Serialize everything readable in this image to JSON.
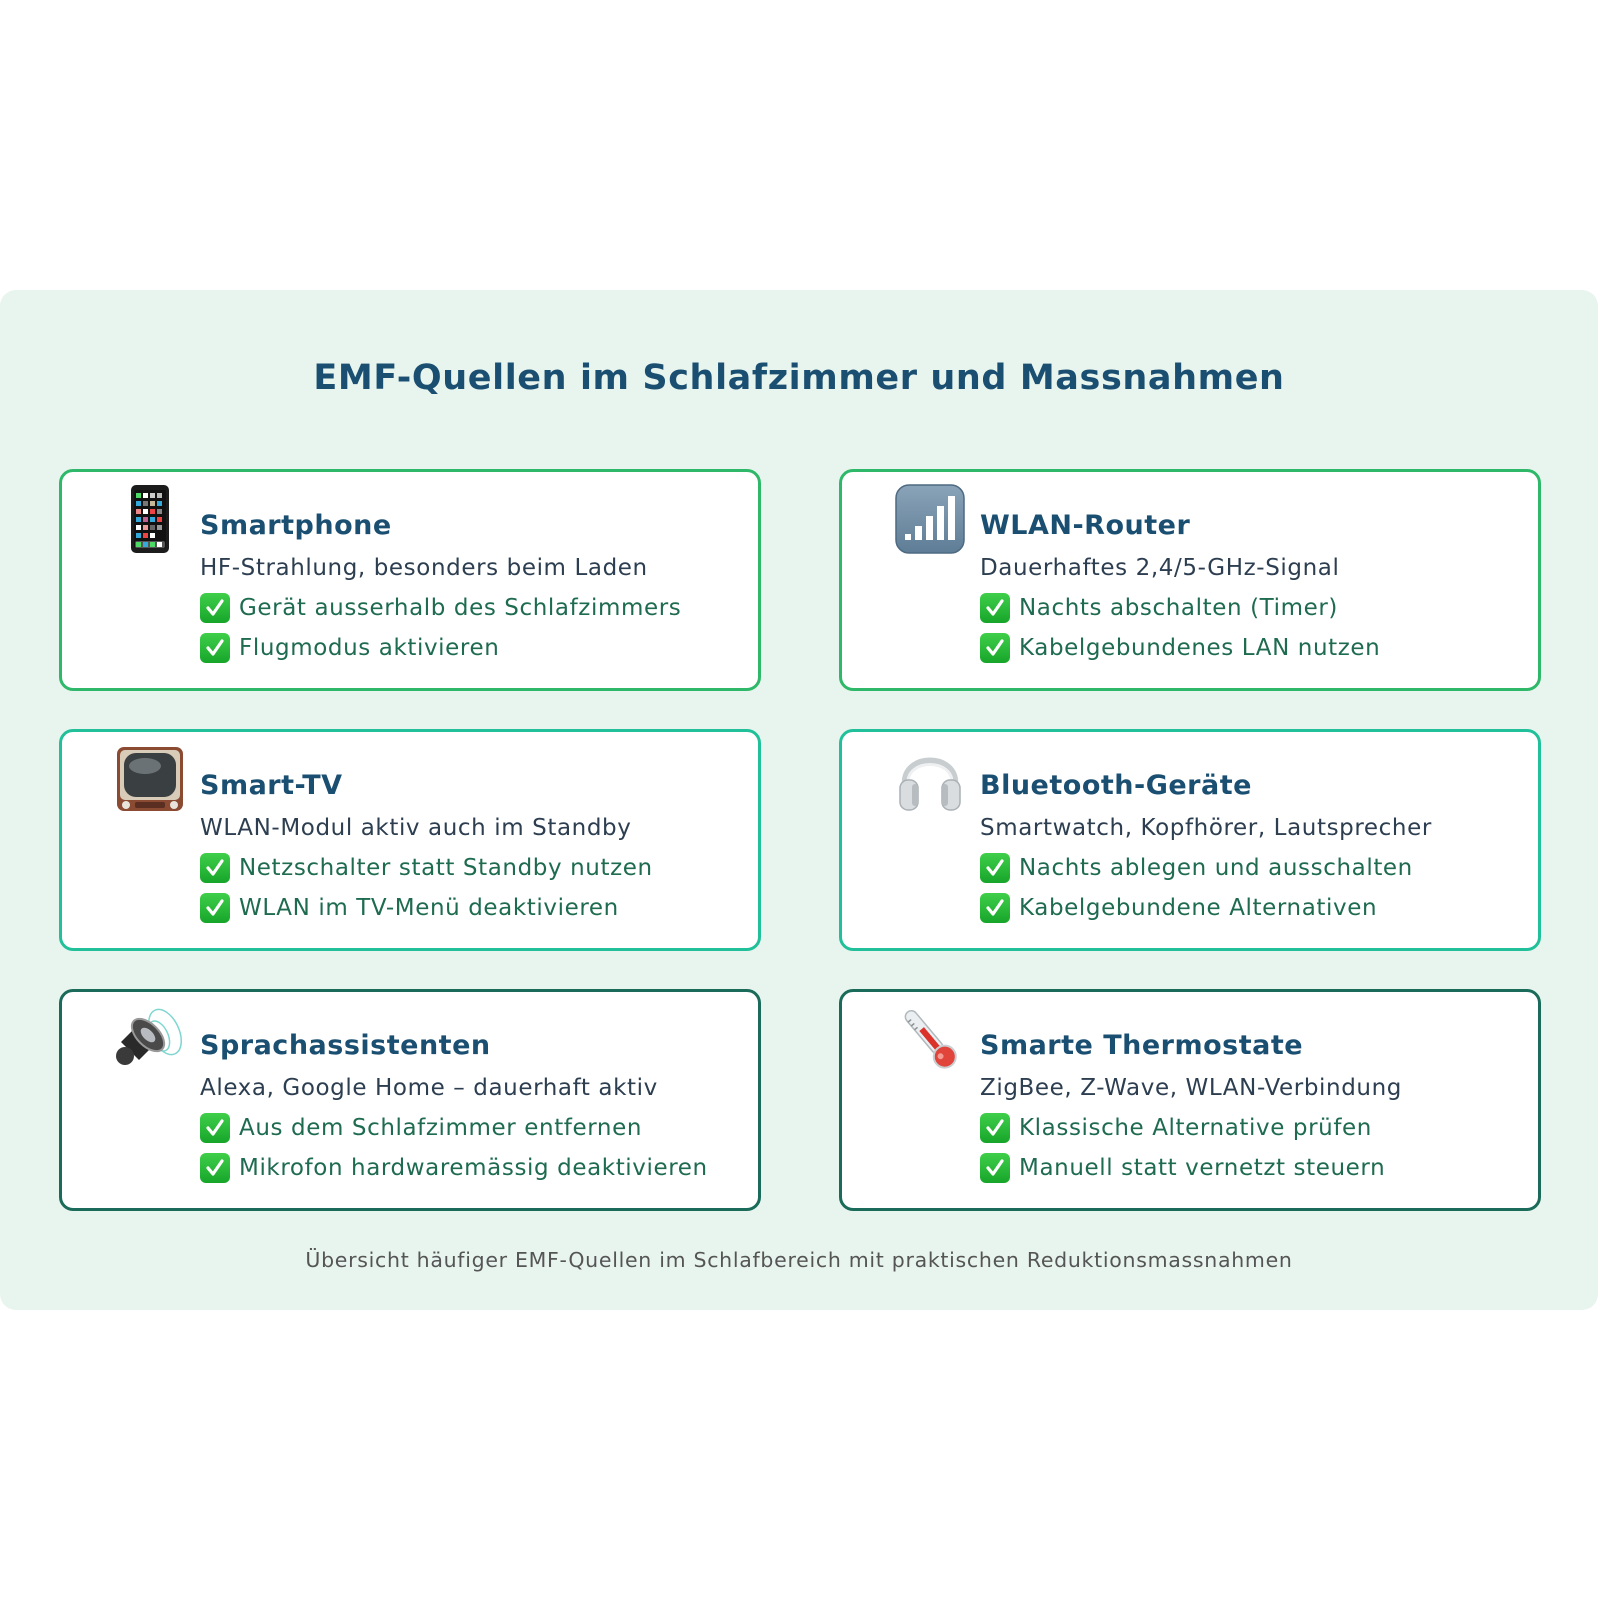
{
  "header": {
    "title": "EMF-Quellen im Schlafzimmer und Massnahmen"
  },
  "colors": {
    "panel_background": "#e8f5ee",
    "title": "#1a4f72",
    "description": "#2c3e50",
    "check_text": "#1e6b4f",
    "border_row_1": "#2fb86a",
    "border_row_2": "#22c09a",
    "border_row_3": "#1a6b5a",
    "check_icon": "#22b33a"
  },
  "cards": [
    {
      "icon": "smartphone-icon",
      "title": "Smartphone",
      "description": "HF-Strahlung, besonders beim Laden",
      "measures": [
        "Gerät ausserhalb des Schlafzimmers",
        "Flugmodus aktivieren"
      ]
    },
    {
      "icon": "signal-bars-icon",
      "title": "WLAN-Router",
      "description": "Dauerhaftes 2,4/5-GHz-Signal",
      "measures": [
        "Nachts abschalten (Timer)",
        "Kabelgebundenes LAN nutzen"
      ]
    },
    {
      "icon": "television-icon",
      "title": "Smart-TV",
      "description": "WLAN-Modul aktiv auch im Standby",
      "measures": [
        "Netzschalter statt Standby nutzen",
        "WLAN im TV-Menü deaktivieren"
      ]
    },
    {
      "icon": "headphones-icon",
      "title": "Bluetooth-Geräte",
      "description": "Smartwatch, Kopfhörer, Lautsprecher",
      "measures": [
        "Nachts ablegen und ausschalten",
        "Kabelgebundene Alternativen"
      ]
    },
    {
      "icon": "speaker-icon",
      "title": "Sprachassistenten",
      "description": "Alexa, Google Home – dauerhaft aktiv",
      "measures": [
        "Aus dem Schlafzimmer entfernen",
        "Mikrofon hardwaremässig deaktivieren"
      ]
    },
    {
      "icon": "thermometer-icon",
      "title": "Smarte Thermostate",
      "description": "ZigBee, Z-Wave, WLAN-Verbindung",
      "measures": [
        "Klassische Alternative prüfen",
        "Manuell statt vernetzt steuern"
      ]
    }
  ],
  "caption": "Übersicht häufiger EMF-Quellen im Schlafbereich mit praktischen Reduktionsmassnahmen"
}
